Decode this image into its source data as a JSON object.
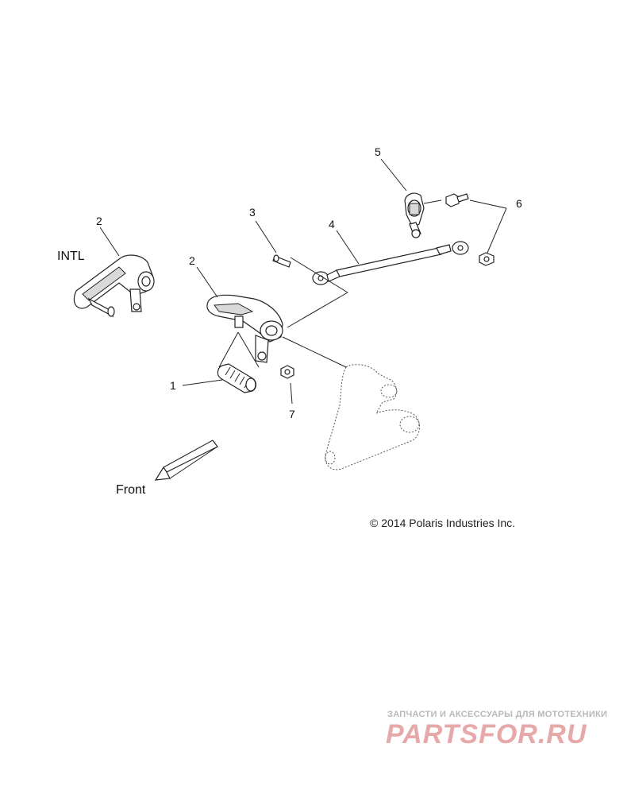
{
  "callouts": {
    "c1": "1",
    "c2a": "2",
    "c2b": "2",
    "c3": "3",
    "c4": "4",
    "c5": "5",
    "c6": "6",
    "c7": "7"
  },
  "labels": {
    "intl": "INTL",
    "front": "Front"
  },
  "copyright": "© 2014 Polaris Industries Inc.",
  "watermark": {
    "tagline": "ЗАПЧАСТИ И АКСЕССУАРЫ ДЛЯ МОТОТЕХНИКИ",
    "brand": "PARTSFOR.RU",
    "brand_color": "#e6a8a8"
  }
}
